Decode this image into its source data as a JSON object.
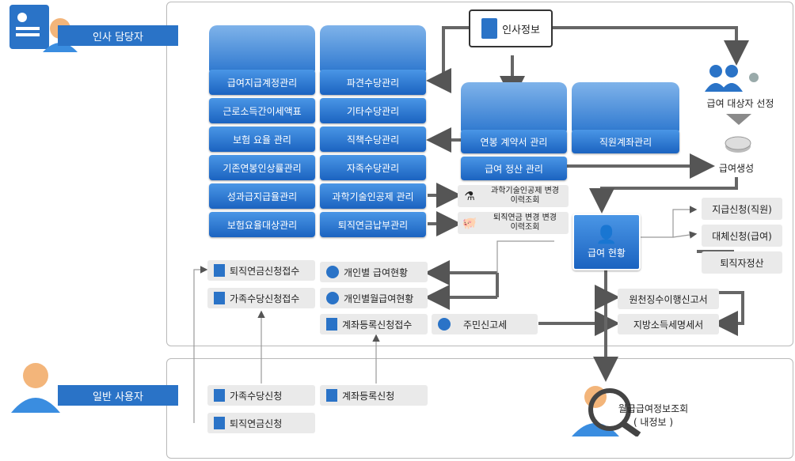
{
  "roles": {
    "hr": "인사 담당자",
    "user": "일반 사용자"
  },
  "left_stack": [
    "급여지급계정관리",
    "근로소득간이세액표",
    "보험 요율 관리",
    "기존연봉인상률관리",
    "성과급지급율관리",
    "보험요율대상관리"
  ],
  "mid_stack": [
    "파견수당관리",
    "기타수당관리",
    "직책수당관리",
    "자족수당관리",
    "과학기술인공제 관리",
    "퇴직연금납부관리"
  ],
  "history": {
    "science": [
      "과학기술인공제 변경",
      "이력조회"
    ],
    "pension": [
      "퇴직연금 변경 변경",
      "이력조회"
    ]
  },
  "hr_info": "인사정보",
  "contract": "연봉 계약서 관리",
  "settlement": "급여 정산 관리",
  "account_mgmt": "직원계좌관리",
  "target_select": "급여 대상자 선정",
  "pay_generate": "급여생성",
  "pay_status": "급여 현황",
  "right_list": [
    "지급신청(직원)",
    "대체신청(급여)",
    "퇴직자정산"
  ],
  "tax_list": [
    "원천징수이행신고서",
    "지방소득세명세서"
  ],
  "center_list": [
    "개인별 급여현황",
    "개인별월급여현황",
    "주민신고세"
  ],
  "receipts": [
    "퇴직연금신청접수",
    "가족수당신청접수",
    "계좌등록신청접수"
  ],
  "user_requests": [
    "가족수당신청",
    "계좌등록신청",
    "퇴직연금신청"
  ],
  "query": [
    "월급급여정보조회",
    "( 내정보 )"
  ],
  "colors": {
    "blue": "#2a73c7",
    "arrow": "#666666",
    "panel_border": "#b9b9b9"
  }
}
